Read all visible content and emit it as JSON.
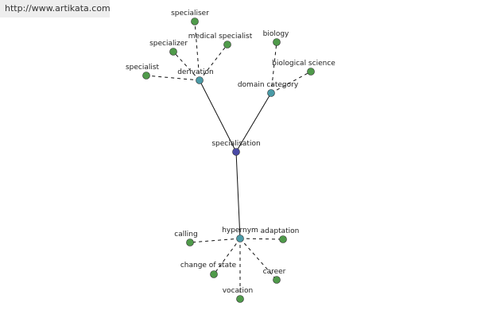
{
  "watermark": "http://www.artikata.com",
  "colors": {
    "root_node": "#4a4aa6",
    "relation_node": "#4a9aa6",
    "leaf_node": "#4f9a4a",
    "edge": "#111111"
  },
  "graph": {
    "root": {
      "id": "specialisation",
      "label": "specialisation"
    },
    "relations": [
      {
        "id": "derivation",
        "label": "derivation",
        "terms": [
          {
            "id": "specialiser",
            "label": "specialiser"
          },
          {
            "id": "specializer",
            "label": "specializer"
          },
          {
            "id": "medical-specialist",
            "label": "medical specialist"
          },
          {
            "id": "specialist",
            "label": "specialist"
          }
        ]
      },
      {
        "id": "domain-category",
        "label": "domain category",
        "terms": [
          {
            "id": "biology",
            "label": "biology"
          },
          {
            "id": "biological-science",
            "label": "biological science"
          }
        ]
      },
      {
        "id": "hypernym",
        "label": "hypernym",
        "terms": [
          {
            "id": "calling",
            "label": "calling"
          },
          {
            "id": "adaptation",
            "label": "adaptation"
          },
          {
            "id": "change-of-state",
            "label": "change of state"
          },
          {
            "id": "career",
            "label": "career"
          },
          {
            "id": "vocation",
            "label": "vocation"
          }
        ]
      }
    ]
  }
}
